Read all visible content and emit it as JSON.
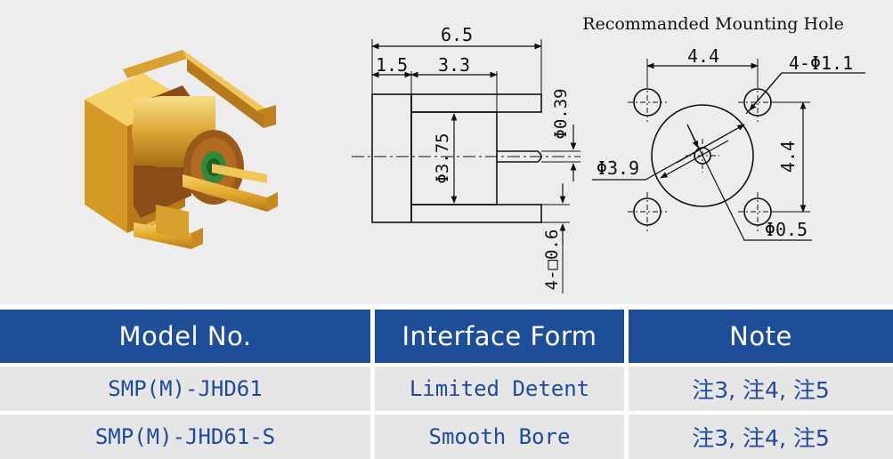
{
  "drawing": {
    "side_view": {
      "total_width": "6.5",
      "flange": "1.5",
      "body": "3.3",
      "pin_dia": "Φ0.39",
      "body_dia": "Φ3.75",
      "leg_size": "4-□0.6"
    },
    "mounting_hole": {
      "title": "Recommanded Mounting Hole",
      "spacing_x": "4.4",
      "spacing_y": "4.4",
      "corner_holes": "4-Φ1.1",
      "center_circle": "Φ3.9",
      "center_hole": "Φ0.5"
    }
  },
  "table": {
    "headers": [
      "Model No.",
      "Interface Form",
      "Note"
    ],
    "rows": [
      {
        "model": "SMP(M)-JHD61",
        "interface": "Limited Detent",
        "note": "注3, 注4, 注5"
      },
      {
        "model": "SMP(M)-JHD61-S",
        "interface": "Smooth Bore",
        "note": "注3, 注4, 注5"
      }
    ]
  },
  "colors": {
    "header_bg": "#1f4e99",
    "header_text": "#ffffff",
    "cell_bg": "#e6e6e6",
    "cell_text": "#1f4aa0",
    "gold": "#e0a82e"
  }
}
